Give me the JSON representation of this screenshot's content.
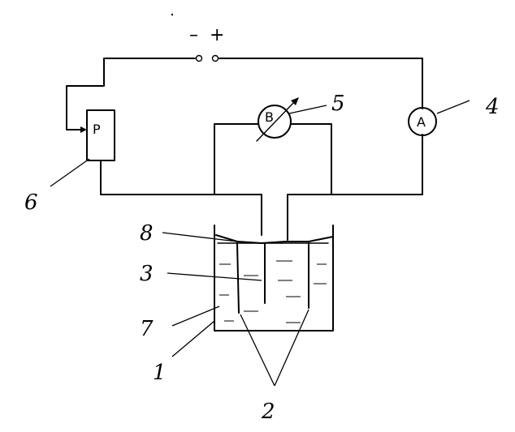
{
  "signs": {
    "minus": "–",
    "plus": "+"
  },
  "meters": {
    "voltmeter": "B",
    "ammeter": "A",
    "regulator": "P"
  },
  "labels": {
    "n1": "1",
    "n2": "2",
    "n3": "3",
    "n4": "4",
    "n5": "5",
    "n6": "6",
    "n7": "7",
    "n8": "8"
  }
}
